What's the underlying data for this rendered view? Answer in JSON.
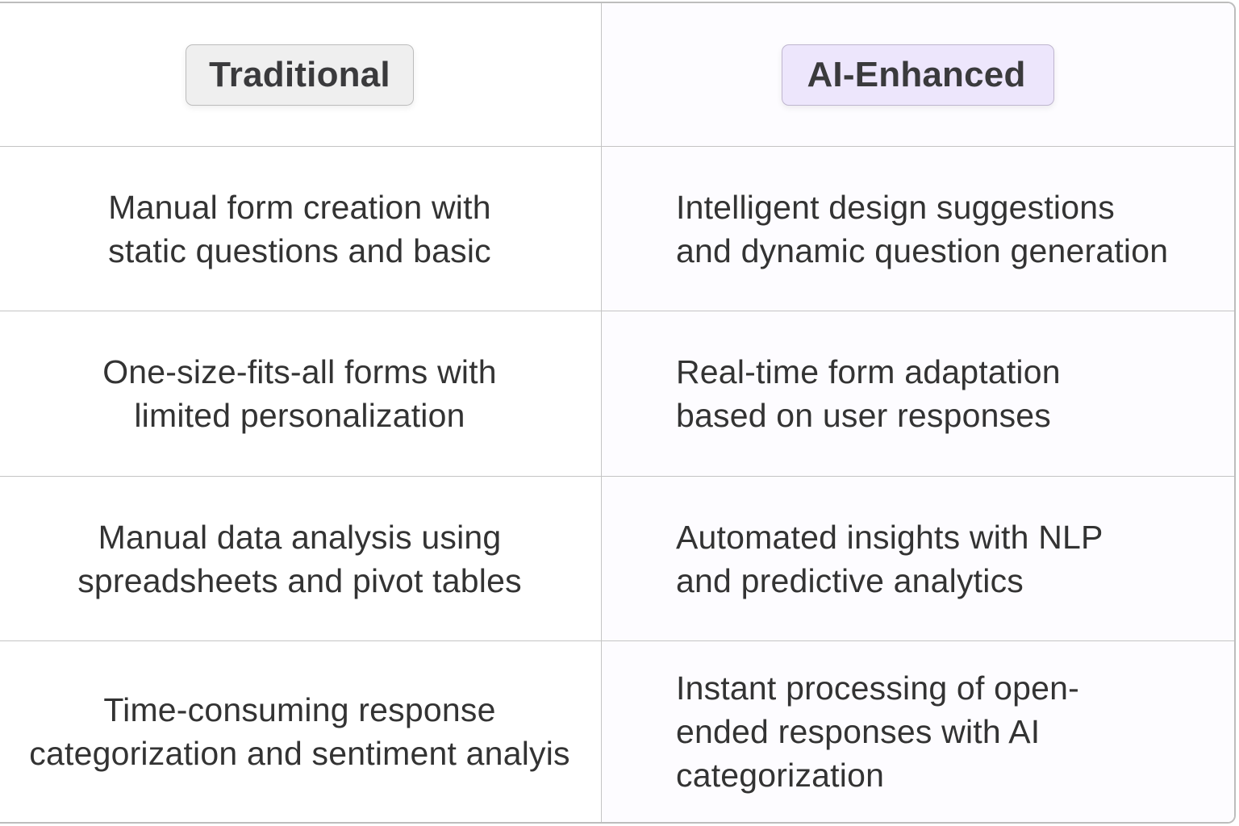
{
  "table": {
    "headers": {
      "traditional": "Traditional",
      "ai_enhanced": "AI-Enhanced"
    },
    "colors": {
      "traditional_pill_bg": "#efefef",
      "ai_pill_bg": "#ede6fc",
      "text": "#333333",
      "border": "#c4c4c4"
    },
    "rows": [
      {
        "traditional": "Manual form creation with\nstatic questions and basic",
        "ai_enhanced": "Intelligent design suggestions\nand dynamic question generation"
      },
      {
        "traditional": "One-size-fits-all forms with\nlimited personalization",
        "ai_enhanced": "Real-time form adaptation\nbased on user responses"
      },
      {
        "traditional": "Manual data analysis using\nspreadsheets and pivot tables",
        "ai_enhanced": "Automated insights with NLP\nand predictive analytics"
      },
      {
        "traditional": "Time-consuming response\ncategorization and sentiment analyis",
        "ai_enhanced": "Instant processing of open-\nended responses with AI\ncategorization"
      }
    ]
  }
}
